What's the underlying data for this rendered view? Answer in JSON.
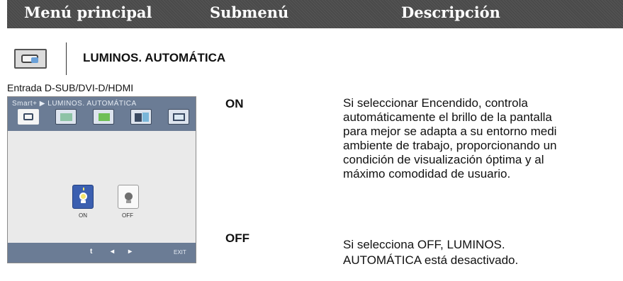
{
  "header": {
    "main_menu": "Menú principal",
    "submenu": "Submenú",
    "description": "Descripción"
  },
  "title": {
    "text": "LUMINOS. AUTOMÁTICA",
    "icon": "auto-brightness-icon"
  },
  "input_label": "Entrada D-SUB/DVI-D/HDMI",
  "osd": {
    "title": "Smart+ ▶ LUMINOS. AUTOMÁTICA",
    "tabs": [
      {
        "icon": "auto-brightness-icon",
        "active": true
      },
      {
        "icon": "photo-mode-icon",
        "active": false
      },
      {
        "icon": "f-engine-icon",
        "active": false
      },
      {
        "icon": "dual-screen-icon",
        "active": false
      },
      {
        "icon": "monitor-settings-icon",
        "active": false
      }
    ],
    "options": [
      {
        "label": "ON",
        "icon": "bulb-on-icon",
        "selected": true
      },
      {
        "label": "OFF",
        "icon": "bulb-off-icon",
        "selected": false
      }
    ],
    "nav": {
      "back": "t",
      "left": "◂",
      "right": "▸",
      "exit": "EXIT"
    },
    "colors": {
      "bar": "#6b7c95",
      "selected": "#3b5fb0"
    }
  },
  "rows": [
    {
      "submenu": "ON",
      "description_lines": [
        "Si seleccionar Encendido, controla",
        "automáticamente el brillo de la pantalla",
        "para mejor se adapta a su entorno medi",
        "ambiente de trabajo, proporcionando un",
        "condición de visualización óptima y al",
        "máximo comodidad de usuario."
      ]
    },
    {
      "submenu": "OFF",
      "description_lines": [
        "Si selecciona OFF, LUMINOS.",
        "AUTOMÁTICA está desactivado."
      ]
    }
  ]
}
